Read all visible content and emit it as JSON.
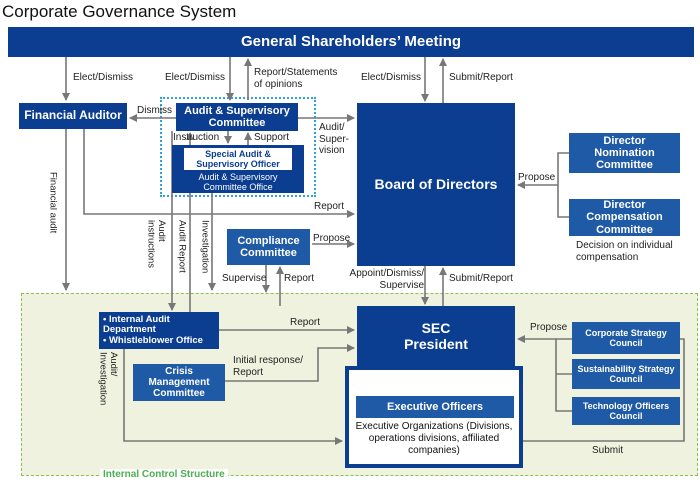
{
  "title": "Corporate Governance System",
  "boxes": {
    "shareholders": "General Shareholders’ Meeting",
    "financial_auditor": "Financial Auditor",
    "audit_committee": "Audit & Supervisory Committee",
    "special_officer": "Special Audit & Supervisory Officer",
    "committee_office": "Audit & Supervisory Committee Office",
    "board": "Board of Directors",
    "nomination": "Director Nomination Committee",
    "compensation": "Director Compensation Committee",
    "compliance": "Compliance Committee",
    "internal_audit_1": "• Internal Audit Department",
    "internal_audit_2": "• Whistleblower Office",
    "crisis": "Crisis Management Committee",
    "president_1": "SEC",
    "president_2": "President",
    "exec_officers": "Executive Officers",
    "exec_orgs": "Executive Organizations (Divisions, operations divisions, affiliated companies)",
    "strategy": "Corporate Strategy Council",
    "sustainability": "Sustainability Strategy Council",
    "technology": "Technology Officers Council"
  },
  "labels": {
    "elect_dismiss_1": "Elect/Dismiss",
    "elect_dismiss_2": "Elect/Dismiss",
    "elect_dismiss_3": "Elect/Dismiss",
    "report_statements": "Report/Statements of opinions",
    "submit_report_top": "Submit/Report",
    "dismiss": "Dismiss",
    "instruction": "Instruction",
    "support": "Support",
    "audit_supervision": "Audit/ Super- vision",
    "financial_audit": "Financial audit",
    "audit_instructions": "Audit instructions",
    "audit_report": "Audit Report",
    "investigation": "Investigation",
    "report_board": "Report",
    "propose_compliance": "Propose",
    "propose_committees": "Propose",
    "decision": "Decision on individual compensation",
    "supervise": "Supervise",
    "report_compliance": "Report",
    "appoint": "Appoint/Dismiss/ Supervise",
    "submit_report_mid": "Submit/Report",
    "report_internal": "Report",
    "initial_response": "Initial response/ Report",
    "propose_councils": "Propose",
    "audit_investigation": "Audit/ Investigation",
    "submit": "Submit",
    "internal_control": "Internal Control Structure"
  },
  "colors": {
    "dark_blue": "#0b3d91",
    "mid_blue": "#1f5aa6",
    "arrow": "#777777",
    "region_bg": "#eef2df",
    "region_border": "#8bc34a",
    "dotted_border": "#29a3d9"
  }
}
